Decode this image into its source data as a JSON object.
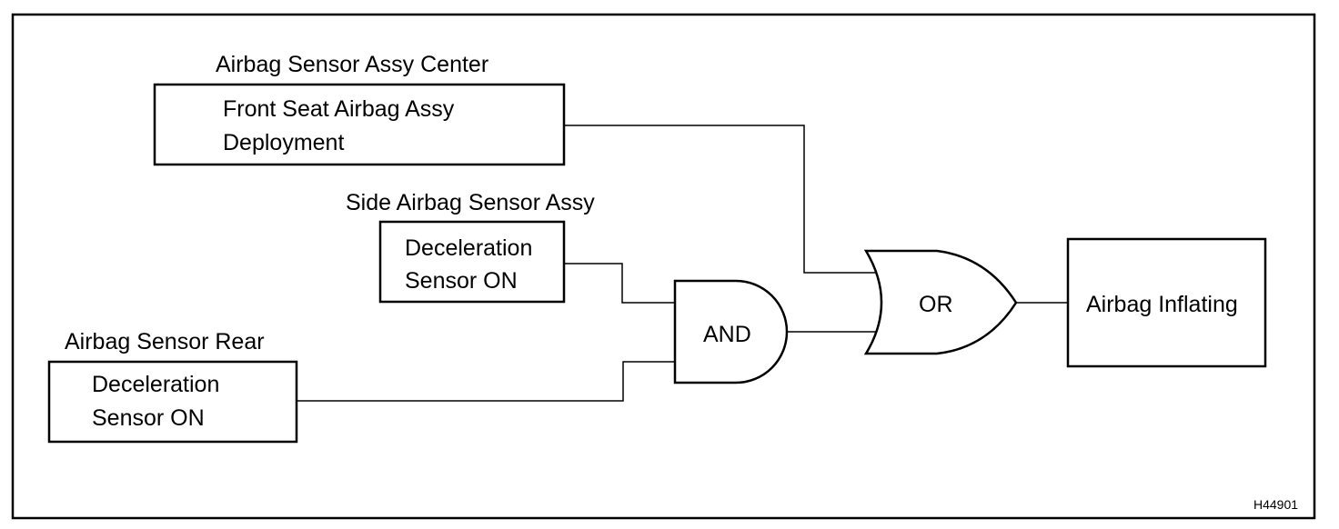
{
  "groups": {
    "center": {
      "title": "Airbag Sensor Assy Center",
      "line1": "Front Seat Airbag Assy",
      "line2": "Deployment"
    },
    "side": {
      "title": "Side Airbag Sensor Assy",
      "line1": "Deceleration",
      "line2": "Sensor ON"
    },
    "rear": {
      "title": "Airbag Sensor Rear",
      "line1": "Deceleration",
      "line2": "Sensor ON"
    }
  },
  "gates": {
    "and_label": "AND",
    "or_label": "OR"
  },
  "output": {
    "label": "Airbag Inflating"
  },
  "figure_id": "H44901"
}
